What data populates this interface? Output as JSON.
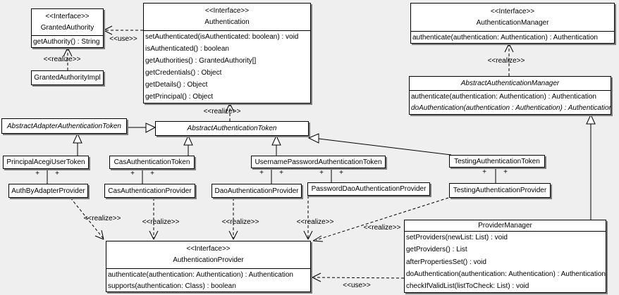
{
  "colors": {
    "background": "#efefef",
    "box_fill": "#ffffff",
    "line": "#000000",
    "shadow": "#7e7e7e"
  },
  "edge_labels": {
    "realize": "<<realize>>",
    "use": "<<use>>",
    "plus": "+"
  },
  "classes": {
    "granted_authority": {
      "stereotype": "<<Interface>>",
      "name": "GrantedAuthority",
      "methods": [
        "getAuthority() : String"
      ]
    },
    "granted_authority_impl": {
      "name": "GrantedAuthorityImpl"
    },
    "authentication": {
      "stereotype": "<<Interface>>",
      "name": "Authentication",
      "methods": [
        "setAuthenticated(isAuthenticated: boolean) : void",
        "isAuthenticated() : boolean",
        "getAuthorities() : GrantedAuthority[]",
        "getCredentials() : Object",
        "getDetails() : Object",
        "getPrincipal() : Object"
      ]
    },
    "authentication_manager": {
      "stereotype": "<<Interface>>",
      "name": "AuthenticationManager",
      "methods": [
        "authenticate(authentication: Authentication) : Authentication"
      ]
    },
    "abstract_authentication_manager": {
      "name": "AbstractAuthenticationManager",
      "methods": [
        "authenticate(authentication: Authentication) : Authentication",
        "doAuthentication(authentication : Authentication) : Authentication"
      ]
    },
    "abstract_adapter_authentication_token": {
      "name": "AbstractAdapterAuthenticationToken"
    },
    "abstract_authentication_token": {
      "name": "AbstractAuthenticationToken"
    },
    "principal_acegi_user_token": {
      "name": "PrincipalAcegiUserToken"
    },
    "cas_authentication_token": {
      "name": "CasAuthenticationToken"
    },
    "username_password_authentication_token": {
      "name": "UsernamePasswordAuthenticationToken"
    },
    "testing_authentication_token": {
      "name": "TestingAuthenticationToken"
    },
    "auth_by_adapter_provider": {
      "name": "AuthByAdapterProvider"
    },
    "cas_authentication_provider": {
      "name": "CasAuthenticationProvider"
    },
    "dao_authentication_provider": {
      "name": "DaoAuthenticationProvider"
    },
    "password_dao_authentication_provider": {
      "name": "PasswordDaoAuthenticationProvider"
    },
    "testing_authentication_provider": {
      "name": "TestingAuthenticationProvider"
    },
    "authentication_provider": {
      "stereotype": "<<Interface>>",
      "name": "AuthenticationProvider",
      "methods": [
        "authenticate(authentication: Authentication) : Authentication",
        "supports(authentication: Class) : boolean"
      ]
    },
    "provider_manager": {
      "name": "ProviderManager",
      "methods": [
        "setProviders(newList: List) : void",
        "getProviders() : List",
        "afterPropertiesSet() : void",
        "doAuthentication(authentication: Authentication) : Authentication",
        "checkIfValidList(listToCheck: List) : void"
      ]
    }
  }
}
